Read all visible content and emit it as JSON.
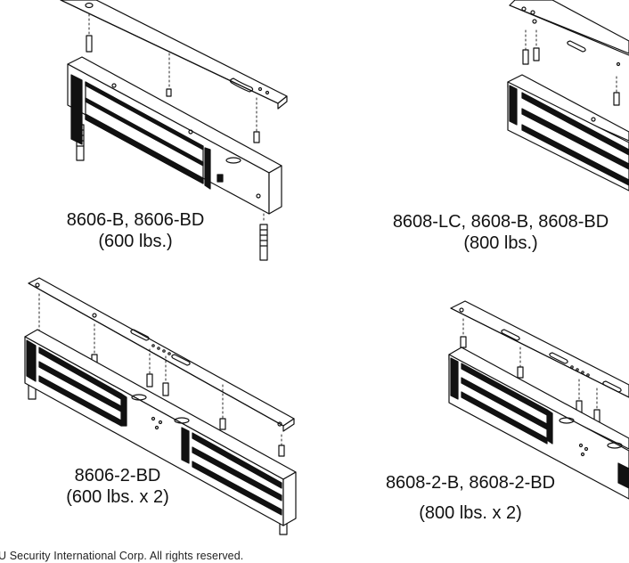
{
  "figures": [
    {
      "model": "8606-B, 8606-BD",
      "rating": "(600 lbs.)"
    },
    {
      "model": "8608-LC, 8608-B, 8608-BD",
      "rating": "(800 lbs.)"
    },
    {
      "model": "8606-2-BD",
      "rating": "(600 lbs. x 2)"
    },
    {
      "model": "8608-2-B, 8608-2-BD",
      "rating": "(800 lbs. x 2)"
    }
  ],
  "footer": {
    "copyright": "U Security International Corp. All rights reserved."
  },
  "colors": {
    "ink": "#111111",
    "fill": "#ffffff"
  }
}
